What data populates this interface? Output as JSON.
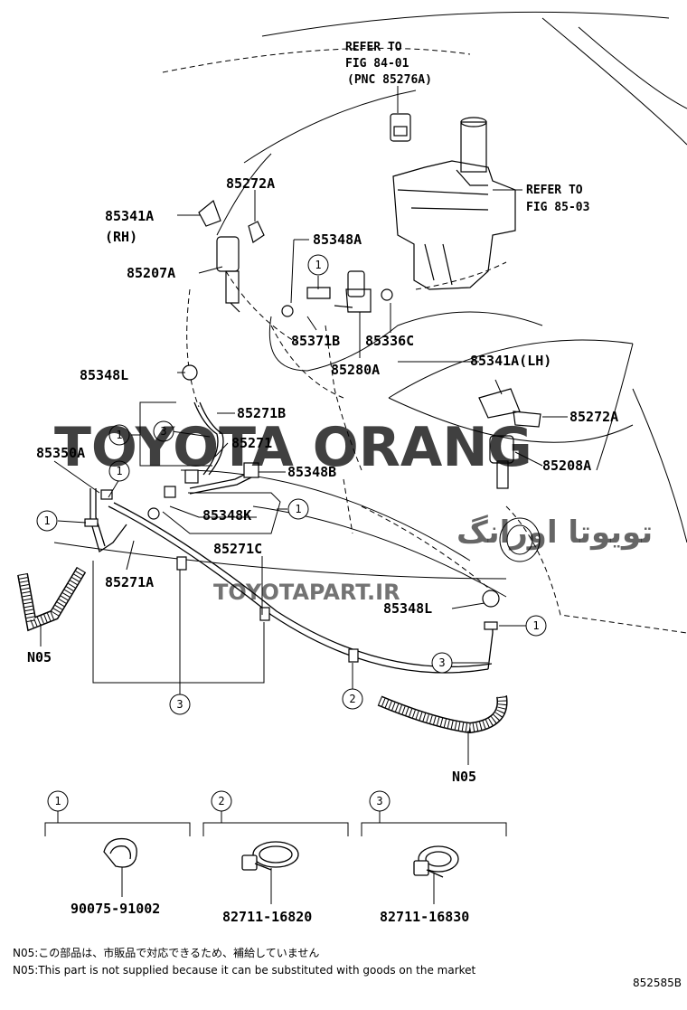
{
  "refs": {
    "ref1_l1": "REFER TO",
    "ref1_l2": "FIG 84-01",
    "ref1_l3": "(PNC 85276A)",
    "ref2_l1": "REFER TO",
    "ref2_l2": "FIG 85-03"
  },
  "labels": {
    "p85272A_top": "85272A",
    "p85341A_rh": "85341A",
    "rh": "(RH)",
    "p85348A": "85348A",
    "p85207A": "85207A",
    "p85371B": "85371B",
    "p85336C": "85336C",
    "p85280A": "85280A",
    "p85341A_lh": "85341A(LH)",
    "p85348L_top": "85348L",
    "p85271B": "85271B",
    "p85272A_right": "85272A",
    "p85271": "85271",
    "p85350A": "85350A",
    "p85208A": "85208A",
    "p85348B": "85348B",
    "p85348K": "85348K",
    "p85271C": "85271C",
    "p85271A": "85271A",
    "p85348L_bottom": "85348L",
    "n05_left": "N05",
    "n05_right": "N05"
  },
  "callouts": {
    "one": "1",
    "two": "2",
    "three": "3"
  },
  "legend": {
    "c1": "1",
    "c2": "2",
    "c3": "3",
    "part1": "90075-91002",
    "part2": "82711-16820",
    "part3": "82711-16830"
  },
  "notes": {
    "jp": "N05:この部品は、市販品で対応できるため、補給していません",
    "en": "N05:This part is not supplied because it can be substituted with goods on the market"
  },
  "figure_id": "852585B",
  "watermark": {
    "main": "TOYOTA ORANG",
    "arabic": "تویوتا اورانگ",
    "url": "TOYOTAPART.IR",
    "color": "#e8767e"
  }
}
